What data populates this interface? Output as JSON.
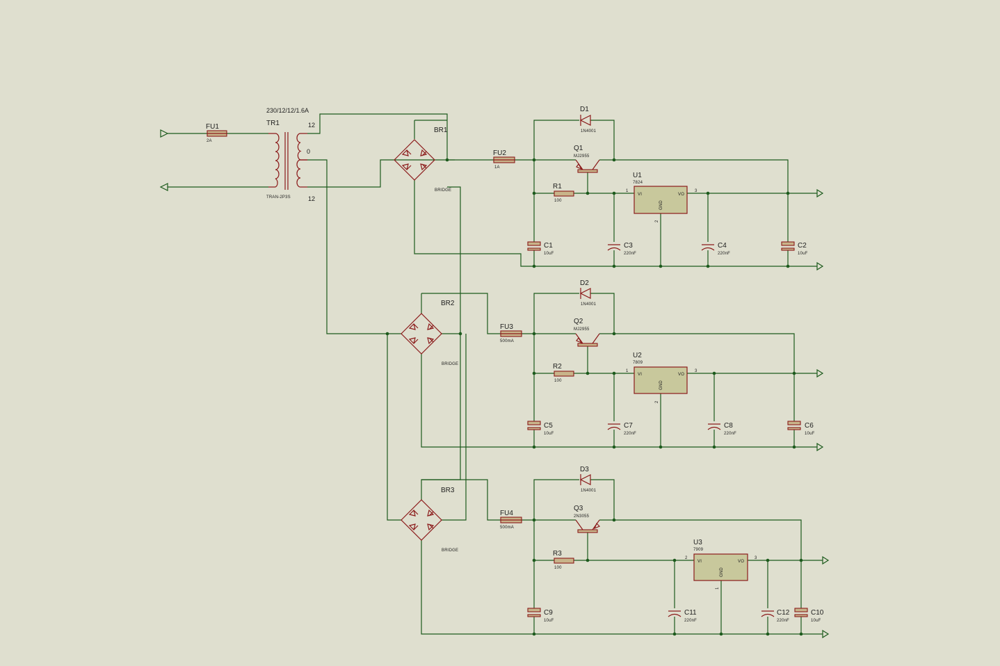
{
  "transformer": {
    "ref": "TR1",
    "rating": "230/12/12/1.6A",
    "model": "TRAN-2P3S",
    "pin_top": "12",
    "pin_mid": "0",
    "pin_bottom": "12"
  },
  "fuses": {
    "fu1": {
      "ref": "FU1",
      "value": "2A"
    },
    "fu2": {
      "ref": "FU2",
      "value": "1A"
    },
    "fu3": {
      "ref": "FU3",
      "value": "500mA"
    },
    "fu4": {
      "ref": "FU4",
      "value": "500mA"
    }
  },
  "bridges": {
    "br1": {
      "ref": "BR1",
      "type": "BRIDGE"
    },
    "br2": {
      "ref": "BR2",
      "type": "BRIDGE"
    },
    "br3": {
      "ref": "BR3",
      "type": "BRIDGE"
    }
  },
  "diodes": {
    "d1": {
      "ref": "D1",
      "value": "1N4001"
    },
    "d2": {
      "ref": "D2",
      "value": "1N4001"
    },
    "d3": {
      "ref": "D3",
      "value": "1N4001"
    }
  },
  "transistors": {
    "q1": {
      "ref": "Q1",
      "value": "MJ2955"
    },
    "q2": {
      "ref": "Q2",
      "value": "MJ2955"
    },
    "q3": {
      "ref": "Q3",
      "value": "2N3055"
    }
  },
  "resistors": {
    "r1": {
      "ref": "R1",
      "value": "100"
    },
    "r2": {
      "ref": "R2",
      "value": "100"
    },
    "r3": {
      "ref": "R3",
      "value": "100"
    }
  },
  "regulators": {
    "u1": {
      "ref": "U1",
      "value": "7824",
      "vi": "VI",
      "vo": "VO",
      "gnd": "GND",
      "pin_in": "1",
      "pin_out": "3",
      "pin_gnd": "2"
    },
    "u2": {
      "ref": "U2",
      "value": "7809",
      "vi": "VI",
      "vo": "VO",
      "gnd": "GND",
      "pin_in": "1",
      "pin_out": "3",
      "pin_gnd": "2"
    },
    "u3": {
      "ref": "U3",
      "value": "7909",
      "vi": "VI",
      "vo": "VO",
      "gnd": "GND",
      "pin_in": "2",
      "pin_out": "3",
      "pin_gnd": "1"
    }
  },
  "capacitors": {
    "c1": {
      "ref": "C1",
      "value": "10uF"
    },
    "c2": {
      "ref": "C2",
      "value": "10uF"
    },
    "c3": {
      "ref": "C3",
      "value": "220nF"
    },
    "c4": {
      "ref": "C4",
      "value": "220nF"
    },
    "c5": {
      "ref": "C5",
      "value": "10uF"
    },
    "c6": {
      "ref": "C6",
      "value": "10uF"
    },
    "c7": {
      "ref": "C7",
      "value": "220nF"
    },
    "c8": {
      "ref": "C8",
      "value": "220nF"
    },
    "c9": {
      "ref": "C9",
      "value": "10uF"
    },
    "c10": {
      "ref": "C10",
      "value": "10uF"
    },
    "c11": {
      "ref": "C11",
      "value": "220nF"
    },
    "c12": {
      "ref": "C12",
      "value": "220nF"
    }
  },
  "colors": {
    "background": "#dfdfcf",
    "wire": "#1c5a1c",
    "component": "#8b1a1a"
  }
}
